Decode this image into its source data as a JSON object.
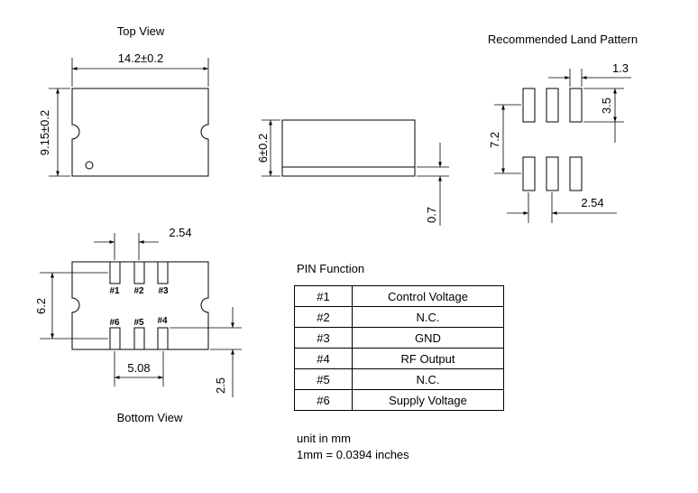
{
  "top_view": {
    "title": "Top View",
    "width_dim": "14.2±0.2",
    "height_dim": "9.15±0.2"
  },
  "side_view": {
    "height_dim": "6±0.2",
    "base_dim": "0.7"
  },
  "land_pattern": {
    "title": "Recommended Land Pattern",
    "pad_width": "1.3",
    "pad_length": "3.5",
    "row_spacing": "7.2",
    "pitch": "2.54"
  },
  "bottom_view": {
    "title": "Bottom View",
    "pitch": "2.54",
    "row_spacing": "6.2",
    "outer_spacing": "5.08",
    "edge_dim": "2.5",
    "pad_labels_top": [
      "#1",
      "#2",
      "#3"
    ],
    "pad_labels_bottom": [
      "#6",
      "#5",
      "#4"
    ]
  },
  "pin_function": {
    "title": "PIN Function",
    "rows": [
      {
        "pin": "#1",
        "function": "Control Voltage"
      },
      {
        "pin": "#2",
        "function": "N.C."
      },
      {
        "pin": "#3",
        "function": "GND"
      },
      {
        "pin": "#4",
        "function": "RF Output"
      },
      {
        "pin": "#5",
        "function": "N.C."
      },
      {
        "pin": "#6",
        "function": "Supply Voltage"
      }
    ]
  },
  "units": {
    "line1": "unit in mm",
    "line2": "1mm = 0.0394 inches"
  }
}
